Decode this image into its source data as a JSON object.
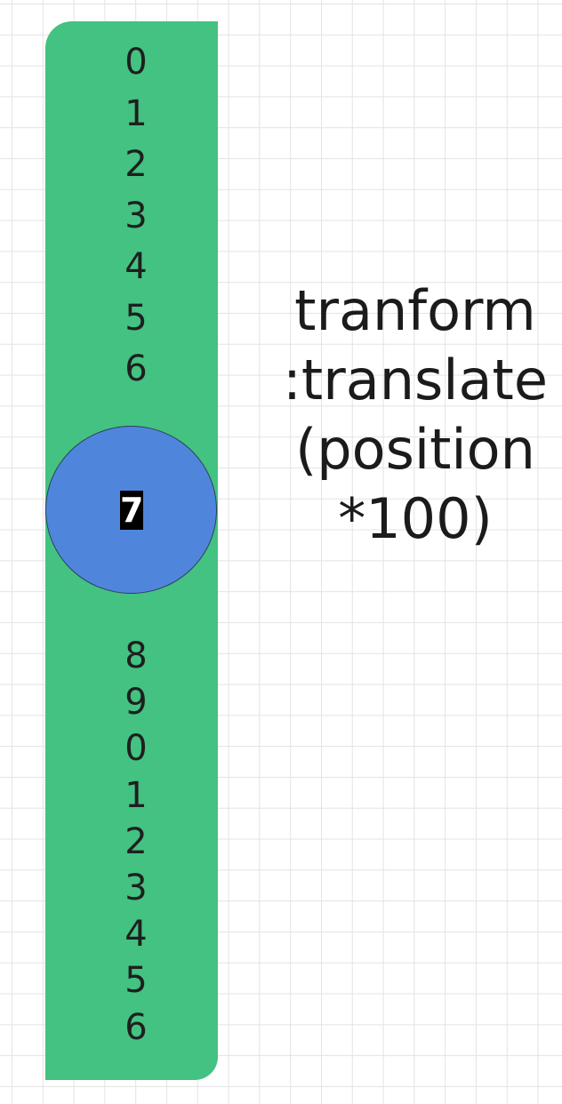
{
  "colors": {
    "strip": "#43c281",
    "lens": "#4f86dc",
    "selected_bg": "#000000",
    "selected_fg": "#ffffff"
  },
  "digits_above": [
    "0",
    "1",
    "2",
    "3",
    "4",
    "5",
    "6"
  ],
  "selected_digit": "7",
  "digits_below": [
    "8",
    "9",
    "0",
    "1",
    "2",
    "3",
    "4",
    "5",
    "6"
  ],
  "annotation": {
    "lines": [
      "tranform",
      ":translate",
      "(position",
      "*100)"
    ]
  }
}
